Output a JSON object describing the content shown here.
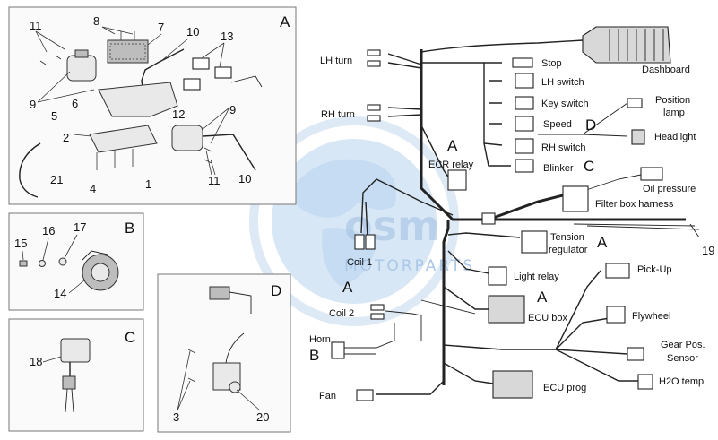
{
  "panels": {
    "A": "A",
    "B": "B",
    "C": "C",
    "D": "D"
  },
  "part_numbers": {
    "p11a": "11",
    "p8": "8",
    "p7": "7",
    "p10a": "10",
    "p13": "13",
    "p9a": "9",
    "p6": "6",
    "p5": "5",
    "p12": "12",
    "p9b": "9",
    "p2": "2",
    "p21": "21",
    "p4": "4",
    "p1": "1",
    "p11b": "11",
    "p10b": "10",
    "p15": "15",
    "p16": "16",
    "p17": "17",
    "p14": "14",
    "p18": "18",
    "p3": "3",
    "p20": "20",
    "p19": "19"
  },
  "harness_labels": {
    "lh_turn": "LH turn",
    "rh_turn": "RH turn",
    "stop": "Stop",
    "dashboard": "Dashboard",
    "lh_switch": "LH switch",
    "key_switch": "Key switch",
    "position_lamp_1": "Position",
    "position_lamp_2": "lamp",
    "speed": "Speed",
    "speed_ref": "D",
    "headlight": "Headlight",
    "rh_switch": "RH switch",
    "ecr_ref": "A",
    "ecr_relay": "ECR relay",
    "blinker": "Blinker",
    "blinker_ref": "C",
    "oil_pressure": "Oil pressure",
    "filter_box_harness": "Filter box harness",
    "coil1": "Coil 1",
    "tension_regulator_1": "Tension",
    "tension_regulator_2": "regulator",
    "tension_ref": "A",
    "light_relay": "Light relay",
    "pick_up": "Pick-Up",
    "coil2_ref": "A",
    "coil2": "Coil 2",
    "ecu_box_ref": "A",
    "ecu_box": "ECU box",
    "flywheel": "Flywheel",
    "horn": "Horn",
    "horn_ref": "B",
    "gear_pos_1": "Gear Pos.",
    "gear_pos_2": "Sensor",
    "fan": "Fan",
    "ecu_prog": "ECU prog",
    "h2o_temp": "H2O temp."
  },
  "watermark": {
    "text": "MOTORPARTS"
  },
  "colors": {
    "watermark": "#b8d3ee",
    "line": "#222222",
    "panel_border": "#777777"
  }
}
